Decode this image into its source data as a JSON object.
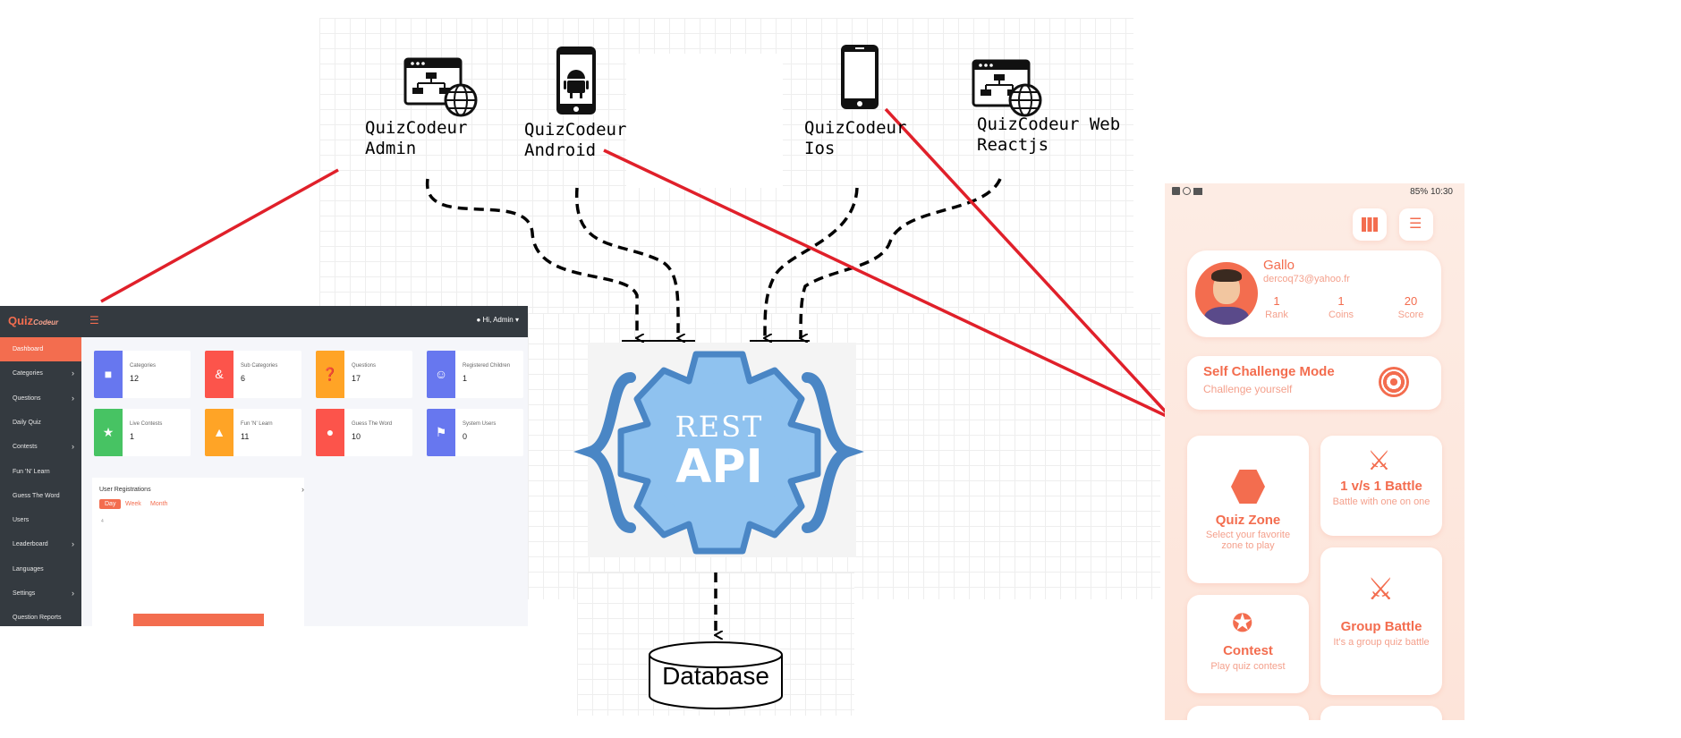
{
  "nodes": {
    "admin": "QuizCodeur\nAdmin",
    "android": "QuizCodeur\nAndroid",
    "ios": "QuizCodeur\nIos",
    "web": "QuizCodeur Web\nReactjs",
    "api_top": "REST",
    "api_bottom": "API",
    "database": "Database"
  },
  "admin_panel": {
    "greeting": "Hi, Admin",
    "sidebar": [
      {
        "label": "Dashboard",
        "active": true,
        "caret": false
      },
      {
        "label": "Categories",
        "caret": true
      },
      {
        "label": "Questions",
        "caret": true
      },
      {
        "label": "Daily Quiz",
        "caret": false
      },
      {
        "label": "Contests",
        "caret": true
      },
      {
        "label": "Fun 'N' Learn",
        "caret": false
      },
      {
        "label": "Guess The Word",
        "caret": false
      },
      {
        "label": "Users",
        "caret": false
      },
      {
        "label": "Leaderboard",
        "caret": true
      },
      {
        "label": "Languages",
        "caret": false
      },
      {
        "label": "Settings",
        "caret": true
      },
      {
        "label": "Question Reports",
        "caret": false
      }
    ],
    "cards": [
      {
        "label": "Categories",
        "value": "12",
        "color": "#6777ef"
      },
      {
        "label": "Sub Categories",
        "value": "6",
        "color": "#fc544b"
      },
      {
        "label": "Questions",
        "value": "17",
        "color": "#ffa426"
      },
      {
        "label": "Registered Children",
        "value": "1",
        "color": "#6777ef"
      },
      {
        "label": "Live Contests",
        "value": "1",
        "color": "#47c363"
      },
      {
        "label": "Fun 'N' Learn",
        "value": "11",
        "color": "#ffa426"
      },
      {
        "label": "Guess The Word",
        "value": "10",
        "color": "#fc544b"
      },
      {
        "label": "System Users",
        "value": "0",
        "color": "#6777ef"
      }
    ],
    "chart_title": "User Registrations",
    "tabs": [
      "Day",
      "Week",
      "Month"
    ],
    "chart_axis": "4"
  },
  "mobile": {
    "status_right": "85% 10:30",
    "profile_name": "Gallo",
    "profile_email": "dercoq73@yahoo.fr",
    "stats": [
      {
        "value": "1",
        "label": "Rank"
      },
      {
        "value": "1",
        "label": "Coins"
      },
      {
        "value": "20",
        "label": "Score"
      }
    ],
    "self_challenge": {
      "title": "Self Challenge Mode",
      "sub": "Challenge yourself"
    },
    "tiles": {
      "quiz_zone": {
        "title": "Quiz Zone",
        "sub": "Select your favorite zone to play"
      },
      "battle": {
        "title": "1 v/s 1 Battle",
        "sub": "Battle with one on one"
      },
      "contest": {
        "title": "Contest",
        "sub": "Play quiz contest"
      },
      "group": {
        "title": "Group Battle",
        "sub": "It's a group quiz battle"
      }
    }
  },
  "colors": {
    "accent": "#f36d4f",
    "connector": "#e0202a",
    "api_blue": "#8fc2ef",
    "api_dark": "#4a86c5"
  }
}
